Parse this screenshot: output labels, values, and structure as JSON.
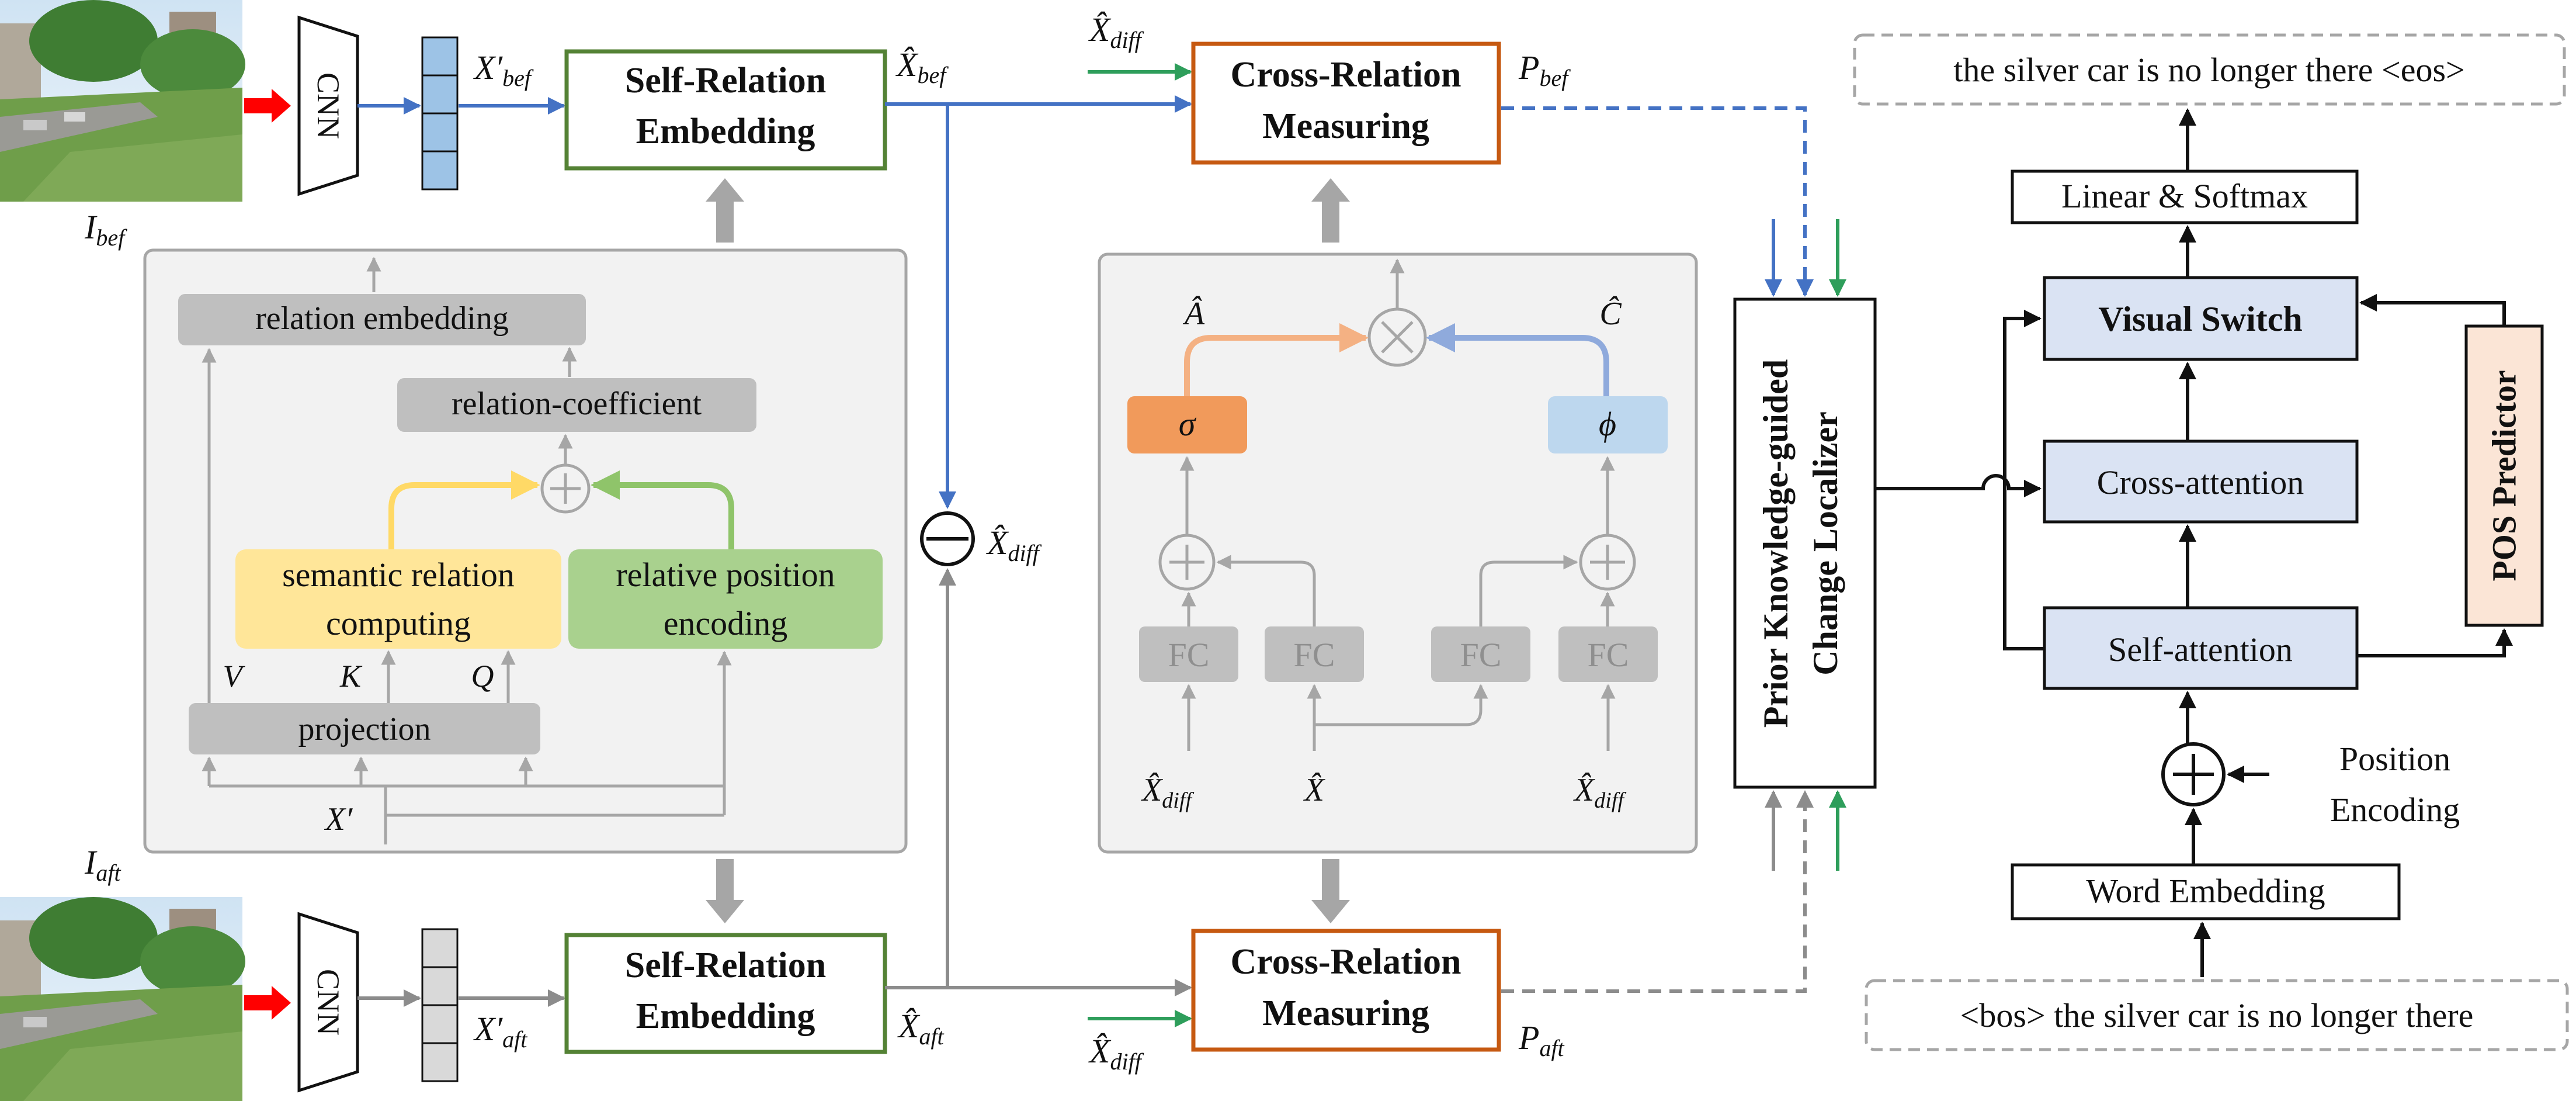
{
  "images": {
    "before_label_main": "I",
    "before_label_sub": "bef",
    "after_label_main": "I",
    "after_label_sub": "aft"
  },
  "cnn": {
    "label": "CNN"
  },
  "features": {
    "xbef_prime_main": "X′",
    "xbef_prime_sub": "bef",
    "xaft_prime_main": "X′",
    "xaft_prime_sub": "aft"
  },
  "self_relation": {
    "line1": "Self-Relation",
    "line2": "Embedding"
  },
  "cross_relation": {
    "line1": "Cross-Relation",
    "line2": "Measuring"
  },
  "symbols": {
    "xhat_bef_main": "X̂",
    "xhat_bef_sub": "bef",
    "xhat_aft_main": "X̂",
    "xhat_aft_sub": "aft",
    "xhat_diff_main": "X̂",
    "xhat_diff_sub": "diff",
    "p_bef_main": "P",
    "p_bef_sub": "bef",
    "p_aft_main": "P",
    "p_aft_sub": "aft",
    "xhat": "X̂",
    "ahat": "Â",
    "chat": "Ĉ",
    "sigma": "σ",
    "phi": "ϕ",
    "x_prime": "X′",
    "v": "V",
    "k": "K",
    "q": "Q",
    "plus": "+",
    "minus": "−",
    "times": "×"
  },
  "sre_detail": {
    "relation_embedding": "relation embedding",
    "relation_coefficient": "relation-coefficient",
    "semantic_line1": "semantic relation",
    "semantic_line2": "computing",
    "position_line1": "relative position",
    "position_line2": "encoding",
    "projection": "projection"
  },
  "crm_detail": {
    "fc": "FC"
  },
  "localizer": {
    "line1": "Prior Knowledge-guided",
    "line2": "Change Localizer"
  },
  "decoder": {
    "output_caption": "the silver car is no longer there <eos>",
    "linear_softmax": "Linear & Softmax",
    "visual_switch": "Visual Switch",
    "cross_attention": "Cross-attention",
    "self_attention": "Self-attention",
    "pos_predictor": "POS Predictor",
    "position_encoding_line1": "Position",
    "position_encoding_line2": "Encoding",
    "word_embedding": "Word Embedding",
    "input_caption": "<bos> the silver car is no longer there"
  },
  "colors": {
    "blue": "#4472c4",
    "grey": "#8c8c8c",
    "green": "#2e9e5b",
    "orange_border": "#c65911",
    "green_border": "#548235",
    "sigma_fill": "#f19a5b",
    "phi_fill": "#bdd7ee",
    "semantic_fill": "#ffe699",
    "position_fill": "#a9d18e",
    "decoder_fill": "#dae3f3",
    "pos_fill": "#fbe5d6",
    "panel_fill": "#f2f2f2",
    "box_grey": "#bfbfbf"
  }
}
